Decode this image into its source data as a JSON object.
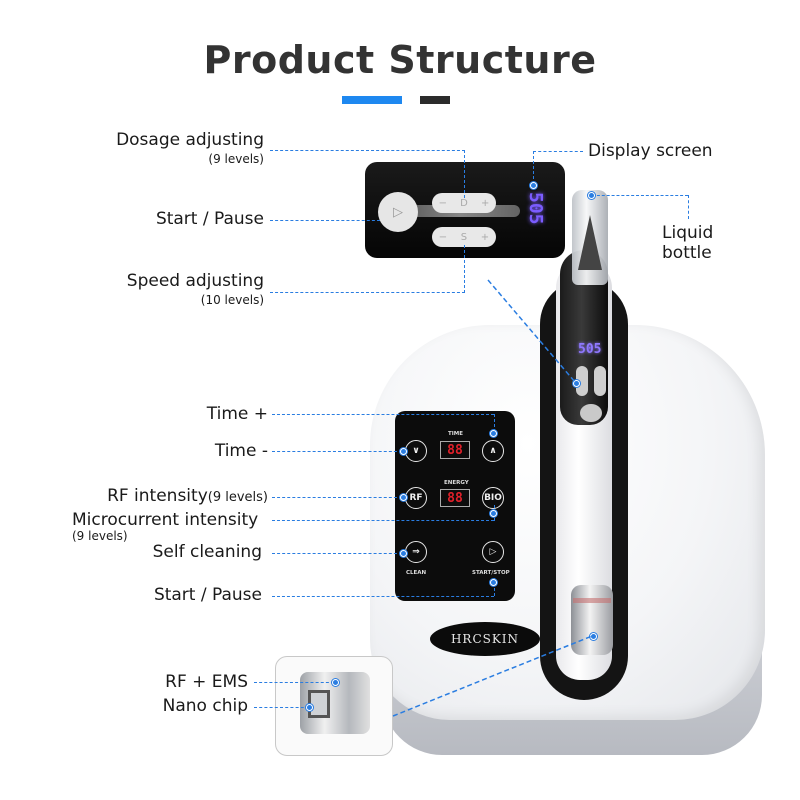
{
  "header": {
    "title": "Product Structure",
    "accent_colors": {
      "blue": "#1e88f0",
      "dark": "#2b2b2b"
    }
  },
  "callouts": {
    "dosage": {
      "label": "Dosage adjusting",
      "sub": "(9 levels)"
    },
    "start_pause_top": {
      "label": "Start / Pause"
    },
    "speed": {
      "label": "Speed adjusting",
      "sub": "(10 levels)"
    },
    "display": {
      "label": "Display screen"
    },
    "liquid": {
      "line1": "Liquid",
      "line2": "bottle"
    },
    "time_plus": {
      "label": "Time +"
    },
    "time_minus": {
      "label": "Time -"
    },
    "rf": {
      "label": "RF intensity",
      "sub": "(9 levels)"
    },
    "micro": {
      "label": "Microcurrent intensity",
      "sub": "(9 levels)"
    },
    "clean": {
      "label": "Self cleaning"
    },
    "start_pause_bottom": {
      "label": "Start / Pause"
    },
    "rf_ems": {
      "label": "RF + EMS"
    },
    "nano": {
      "label": "Nano chip"
    }
  },
  "device": {
    "pen_display": "505",
    "inset_display": "505",
    "panel": {
      "time_label": "TIME",
      "time_value": "88",
      "energy_label": "ENERGY",
      "energy_value": "88",
      "buttons": {
        "down": "∨",
        "up": "∧",
        "rf": "RF",
        "bio": "BIO",
        "clean": "⇒",
        "start": "▷"
      },
      "clean_label": "CLEAN",
      "start_label": "START/STOP"
    },
    "brand": "HRCSKIN"
  },
  "line_color": "#2a7de1"
}
